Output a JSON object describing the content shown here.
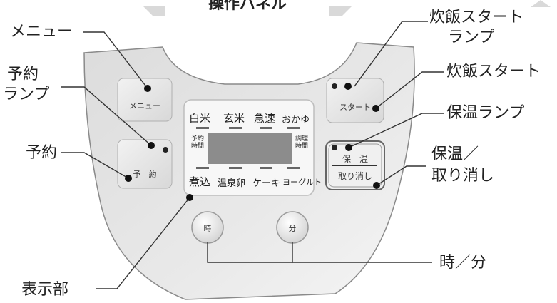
{
  "diagram": {
    "title": "操作パネル",
    "callouts": {
      "menu": "メニュー",
      "yoyaku_lamp_line1": "予約",
      "yoyaku_lamp_line2": "ランプ",
      "yoyaku": "予約",
      "hyoji": "表示部",
      "start_lamp_line1": "炊飯スタート",
      "start_lamp_line2": "ランプ",
      "start": "炊飯スタート",
      "hoon_lamp": "保温ランプ",
      "hoon_cancel_line1": "保温／",
      "hoon_cancel_line2": "取り消し",
      "jifun": "時／分"
    },
    "buttons": {
      "menu": "メニュー",
      "yoyaku": "予　約",
      "start": "スタート",
      "hoon_top": "保　温",
      "hoon_bottom": "取り消し",
      "hour": "時",
      "minute": "分"
    },
    "display": {
      "modes_top": [
        "白米",
        "玄米",
        "急速",
        "おかゆ"
      ],
      "modes_bottom": [
        "煮込",
        "温泉卵",
        "ケーキ",
        "ヨーグルト"
      ],
      "left_side": "予約時間",
      "right_side": "調理時間"
    }
  }
}
